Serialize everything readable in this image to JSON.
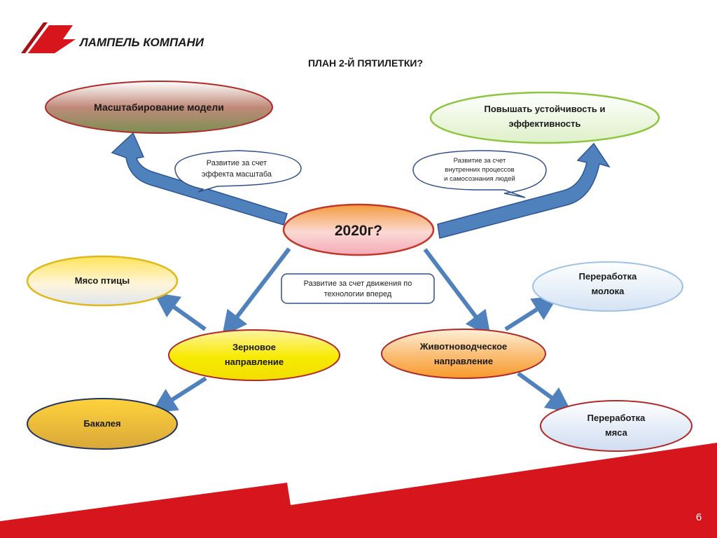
{
  "logo": {
    "text": "ЛАМПЕЛЬ КОМПАНИ"
  },
  "title": "ПЛАН 2-Й ПЯТИЛЕТКИ?",
  "center": {
    "label": "2020г?"
  },
  "nodes": {
    "scaling": {
      "label": "Масштабирование модели"
    },
    "sustainability": {
      "line1": "Повышать устойчивость и",
      "line2": "эффективность"
    },
    "poultry": {
      "label": "Мясо птицы"
    },
    "grain": {
      "line1": "Зерновое",
      "line2": "направление"
    },
    "grocery": {
      "label": "Бакалея"
    },
    "livestock": {
      "line1": "Животноводческое",
      "line2": "направление"
    },
    "milk": {
      "line1": "Переработка",
      "line2": "молока"
    },
    "meat": {
      "line1": "Переработка",
      "line2": "мяса"
    }
  },
  "callouts": {
    "scale_effect": {
      "line1": "Развитие за счет",
      "line2": "эффекта масштаба"
    },
    "internal": {
      "line1": "Развитие за счет",
      "line2": "внутренних процессов",
      "line3": "и самосознания людей"
    },
    "technology": {
      "line1": "Развитие за счет движения по",
      "line2": "технологии вперед"
    }
  },
  "page_number": "6",
  "colors": {
    "arrow_fill": "#4f81bd",
    "arrow_stroke": "#2f5597",
    "accent_red": "#d7151c",
    "node_border_red": "#b02a2a",
    "node_border_green": "#8cc63f",
    "node_border_yellow": "#e0b81a"
  }
}
